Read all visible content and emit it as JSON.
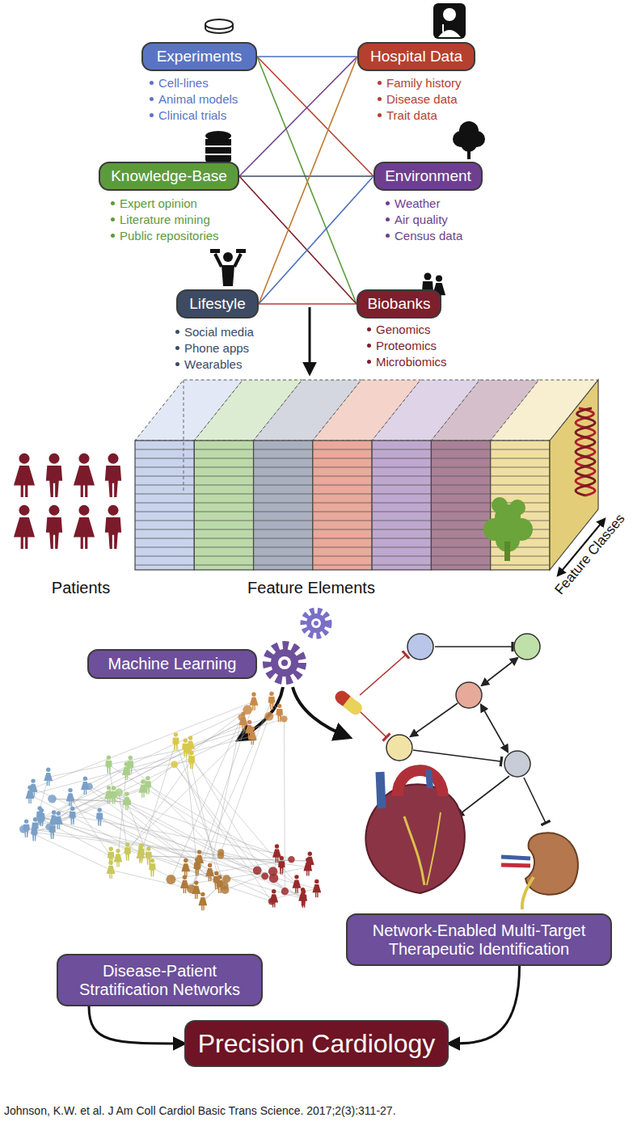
{
  "diagram": {
    "caption": "Johnson, K.W. et al. J Am Coll Cardiol Basic Trans Science. 2017;2(3):311-27.",
    "nodes": [
      {
        "text": [
          "Experiments",
          "Cell-lines",
          "Animal models",
          "Clinical trials"
        ]
      },
      {
        "text": [
          "Hospital Data",
          "Family history",
          "Disease data",
          "Trait data"
        ]
      },
      {
        "text": [
          "Knowledge-Base",
          "Expert opinion",
          "Literature mining",
          "Public repositories"
        ]
      },
      {
        "text": [
          "Environment",
          "Weather",
          "Air quality",
          "Census data"
        ]
      },
      {
        "text": [
          "Lifestyle",
          "Social media",
          "Phone apps",
          "Wearables"
        ]
      },
      {
        "text": [
          "Biobanks",
          "Genomics",
          "Proteomics",
          "Microbiomics"
        ]
      },
      {
        "text": [
          "Machine Learning"
        ]
      },
      {
        "text": [
          "Disease-Patient Stratification Networks"
        ]
      },
      {
        "text": [
          "Network-Enabled Multi-Target Therapeutic Identification"
        ]
      },
      {
        "text": [
          "Precision Cardiology"
        ]
      }
    ],
    "edges": [
      {
        "from": 0,
        "to": 1,
        "arrow": "none"
      },
      {
        "from": 0,
        "to": 3,
        "arrow": "none"
      },
      {
        "from": 0,
        "to": 5,
        "arrow": "none"
      },
      {
        "from": 2,
        "to": 1,
        "arrow": "none"
      },
      {
        "from": 2,
        "to": 3,
        "arrow": "none"
      },
      {
        "from": 2,
        "to": 5,
        "arrow": "none"
      },
      {
        "from": 4,
        "to": 1,
        "arrow": "none"
      },
      {
        "from": 4,
        "to": 3,
        "arrow": "none"
      },
      {
        "from": 4,
        "to": 5,
        "arrow": "none"
      },
      {
        "from": 7,
        "to": 9,
        "arrow": "to"
      },
      {
        "from": 8,
        "to": 9,
        "arrow": "to"
      }
    ],
    "labels": [
      "Patients",
      "Feature Elements",
      "Feature Classes"
    ]
  }
}
